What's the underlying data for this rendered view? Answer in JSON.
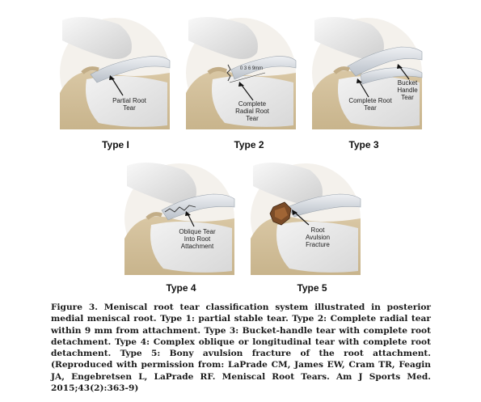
{
  "panels": [
    {
      "label": "Type I",
      "annotation_lines": [
        "Partial Root",
        "Tear"
      ]
    },
    {
      "label": "Type 2",
      "annotation_lines": [
        "Complete",
        "Radial Root",
        "Tear"
      ],
      "scale_text": "0 3 6 9mm"
    },
    {
      "label": "Type 3",
      "annotation_lines": [
        "Complete Root",
        "Tear"
      ],
      "annotation2_lines": [
        "Bucket",
        "Handle Tear"
      ]
    },
    {
      "label": "Type 4",
      "annotation_lines": [
        "Oblique Tear",
        "Into Root",
        "Attachment"
      ]
    },
    {
      "label": "Type 5",
      "annotation_lines": [
        "Root",
        "Avulsion",
        "Fracture"
      ]
    }
  ],
  "caption": "Figure 3. Meniscal root tear classification system illustrated in posterior medial meniscal root. Type 1: partial stable tear. Type 2: Complete radial tear within 9 mm from attachment. Type 3: Bucket-handle tear with complete root detachment. Type 4: Complex oblique or longitudinal tear with complete root detachment. Type 5: Bony avulsion fracture of the root attachment. (Reproduced with permission from: LaPrade CM, James EW, Cram TR, Feagin JA, Engebretsen L, LaPrade RF. Meniscal Root Tears. Am J Sports Med. 2015;43(2):363-9)"
}
